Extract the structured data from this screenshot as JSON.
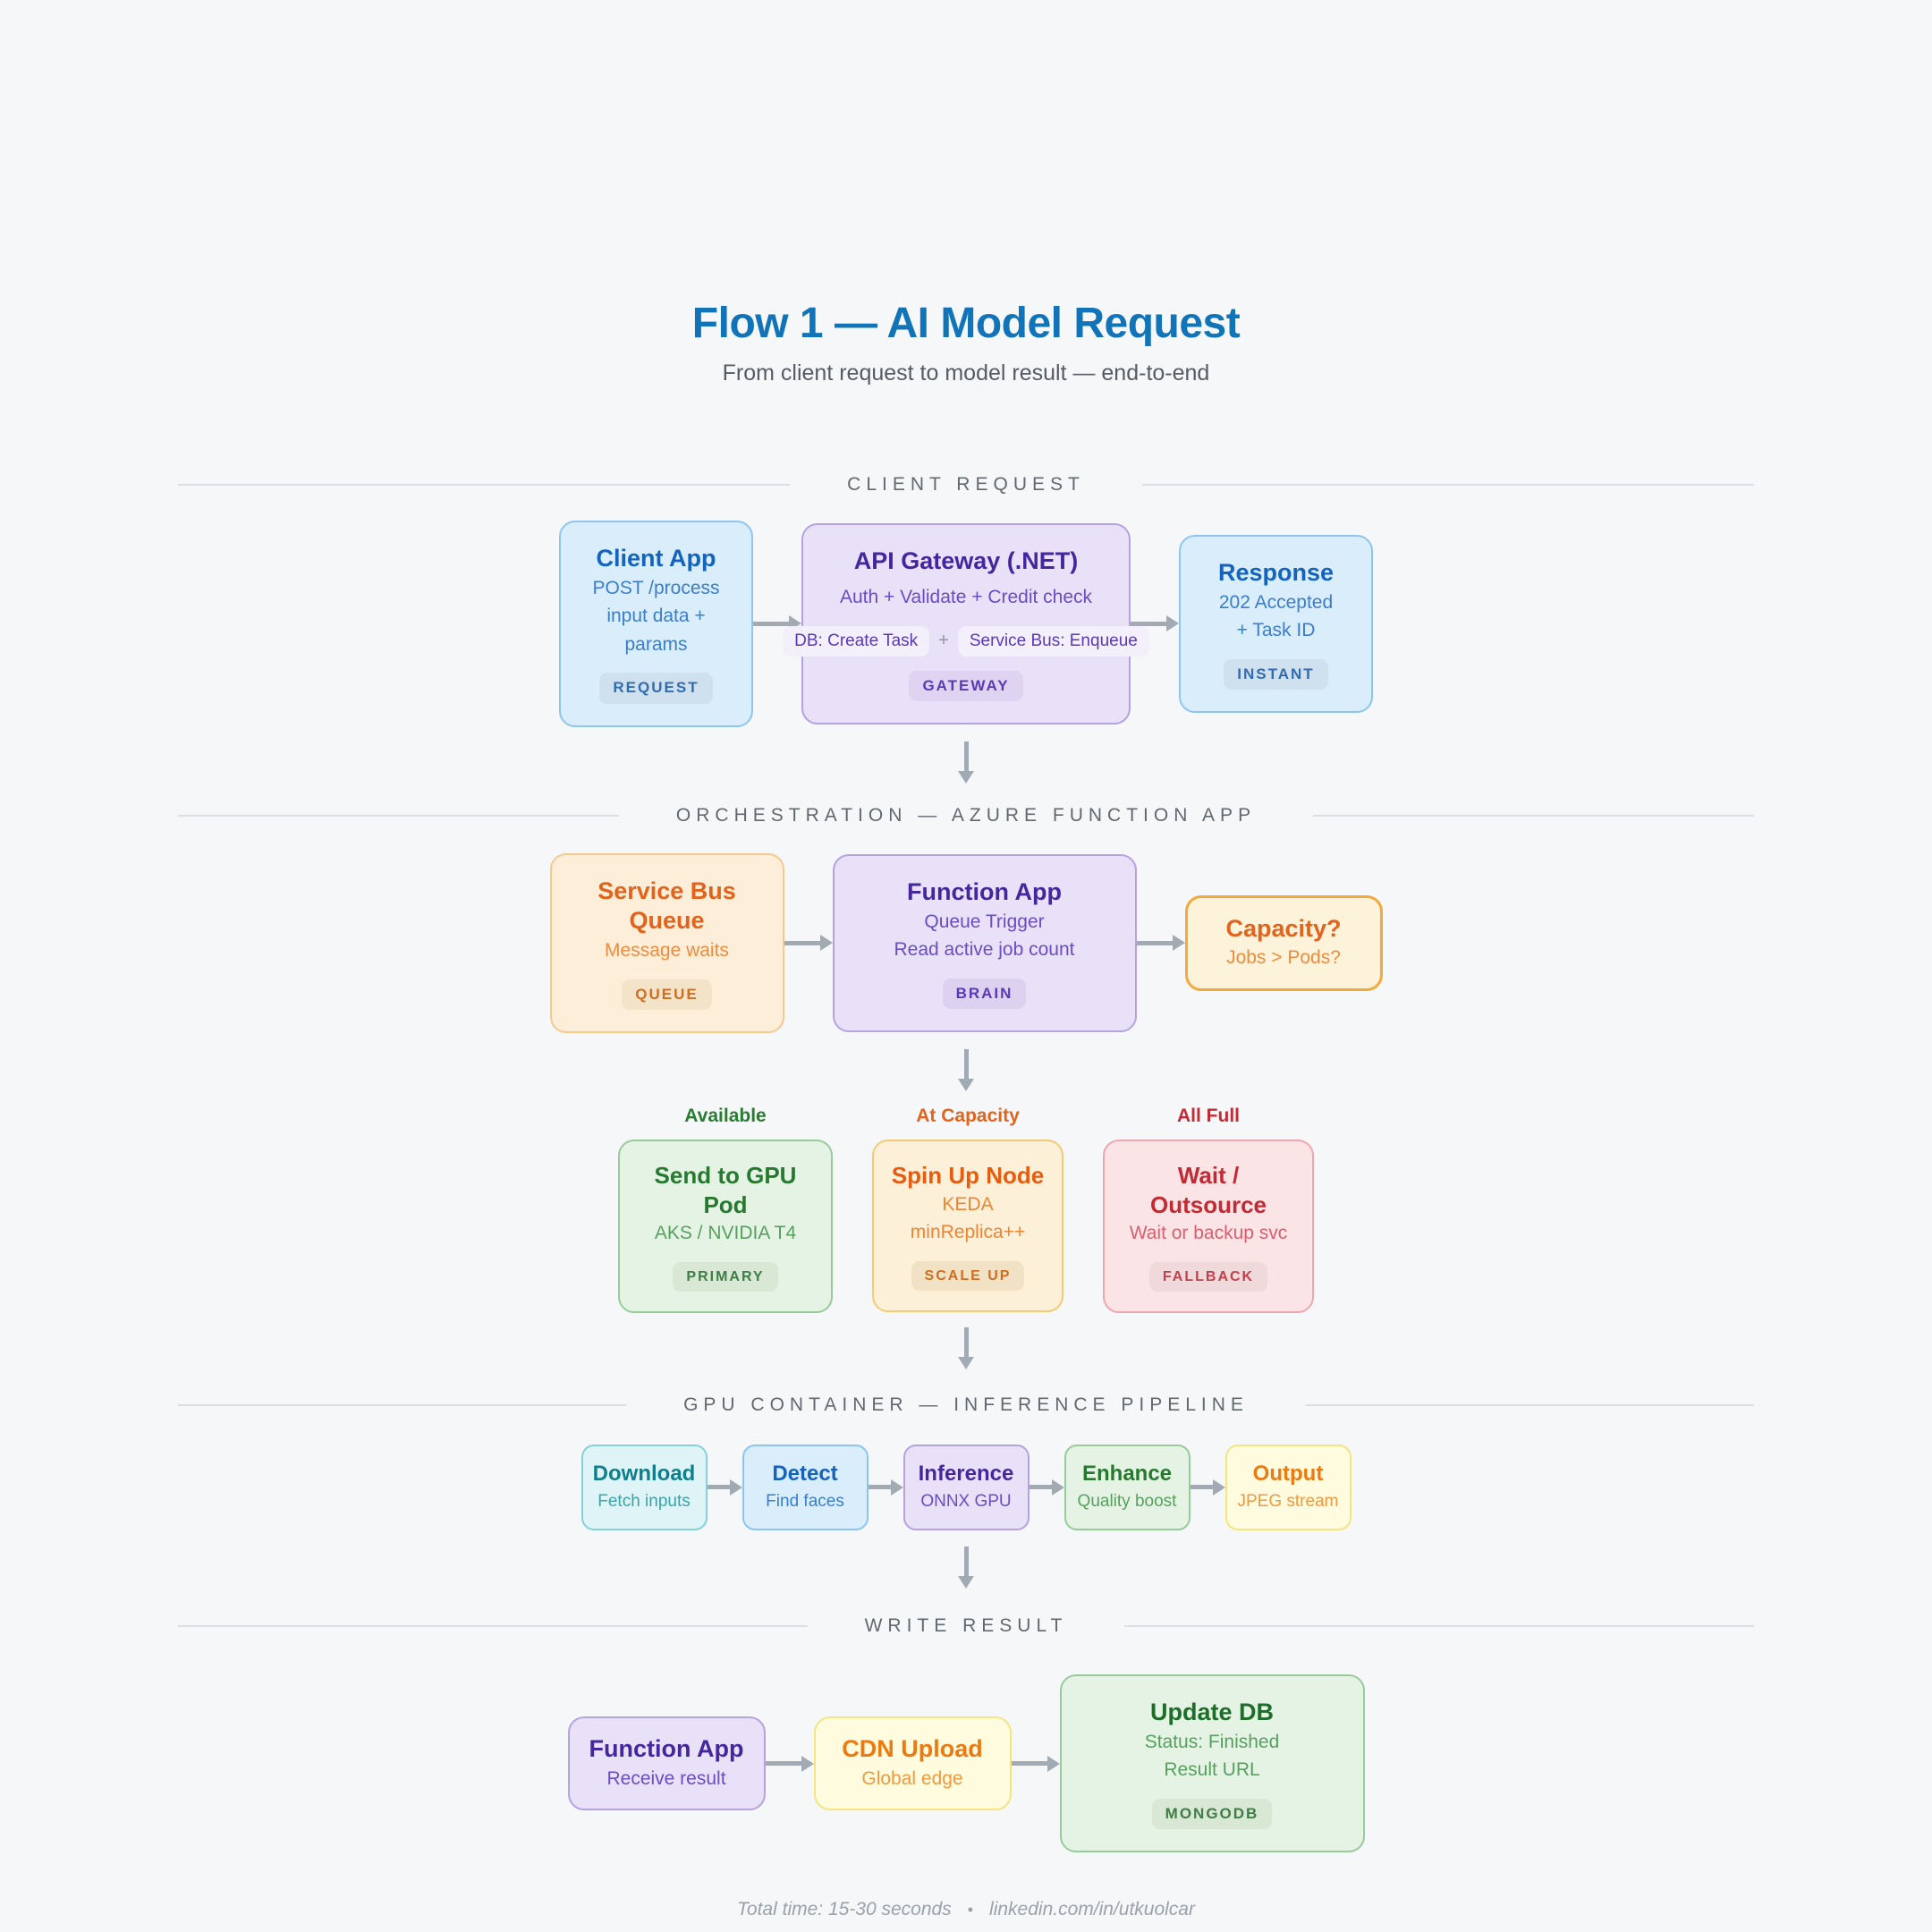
{
  "title": "Flow 1 — AI Model Request",
  "subtitle": "From client request to model result — end-to-end",
  "client": {
    "header": "CLIENT REQUEST",
    "client_app": {
      "title": "Client App",
      "line1": "POST /process",
      "line2": "input data + params",
      "badge": "REQUEST"
    },
    "api_gateway": {
      "title": "API Gateway (.NET)",
      "subtitle": "Auth + Validate + Credit check",
      "chip1": "DB: Create Task",
      "plus": "+",
      "chip2": "Service Bus: Enqueue",
      "badge": "GATEWAY"
    },
    "response": {
      "title": "Response",
      "line1": "202 Accepted",
      "line2": "+ Task ID",
      "badge": "INSTANT"
    }
  },
  "orchestration": {
    "header": "ORCHESTRATION — AZURE FUNCTION APP",
    "service_bus": {
      "title": "Service Bus Queue",
      "line1": "Message waits",
      "badge": "QUEUE"
    },
    "function_app": {
      "title": "Function App",
      "line1": "Queue Trigger",
      "line2": "Read active job count",
      "badge": "BRAIN"
    },
    "capacity": {
      "title": "Capacity?",
      "line1": "Jobs > Pods?"
    },
    "branches": {
      "available": {
        "label": "Available",
        "title": "Send to GPU Pod",
        "line1": "AKS / NVIDIA T4",
        "badge": "PRIMARY"
      },
      "at_capacity": {
        "label": "At Capacity",
        "title": "Spin Up Node",
        "line1": "KEDA minReplica++",
        "badge": "SCALE UP"
      },
      "all_full": {
        "label": "All Full",
        "title": "Wait / Outsource",
        "line1": "Wait or backup svc",
        "badge": "FALLBACK"
      }
    }
  },
  "pipeline": {
    "header": "GPU CONTAINER — INFERENCE PIPELINE",
    "steps": [
      {
        "title": "Download",
        "line1": "Fetch inputs"
      },
      {
        "title": "Detect",
        "line1": "Find faces"
      },
      {
        "title": "Inference",
        "line1": "ONNX GPU"
      },
      {
        "title": "Enhance",
        "line1": "Quality boost"
      },
      {
        "title": "Output",
        "line1": "JPEG stream"
      }
    ]
  },
  "write_result": {
    "header": "WRITE RESULT",
    "function_app": {
      "title": "Function App",
      "line1": "Receive result"
    },
    "cdn": {
      "title": "CDN Upload",
      "line1": "Global edge"
    },
    "update_db": {
      "title": "Update DB",
      "line1": "Status: Finished",
      "line2": "Result URL",
      "badge": "MONGODB"
    }
  },
  "footer": {
    "time": "Total time: 15-30 seconds",
    "separator": "•",
    "link": "linkedin.com/in/utkuolcar"
  },
  "colors": {
    "page_background": "#f6f7f9",
    "title_blue": "#1274b8",
    "arrow_gray": "#a2aab4",
    "blue_node_title": "#1464bf",
    "purple_node_title": "#44279f",
    "orange_node_title": "#e2631c",
    "green_node_title": "#27792f",
    "red_node_title": "#c32a34",
    "teal_node_title": "#0f7f8d",
    "yellow_node_title": "#ed7a10",
    "capacity_border": "#f2a93d"
  }
}
